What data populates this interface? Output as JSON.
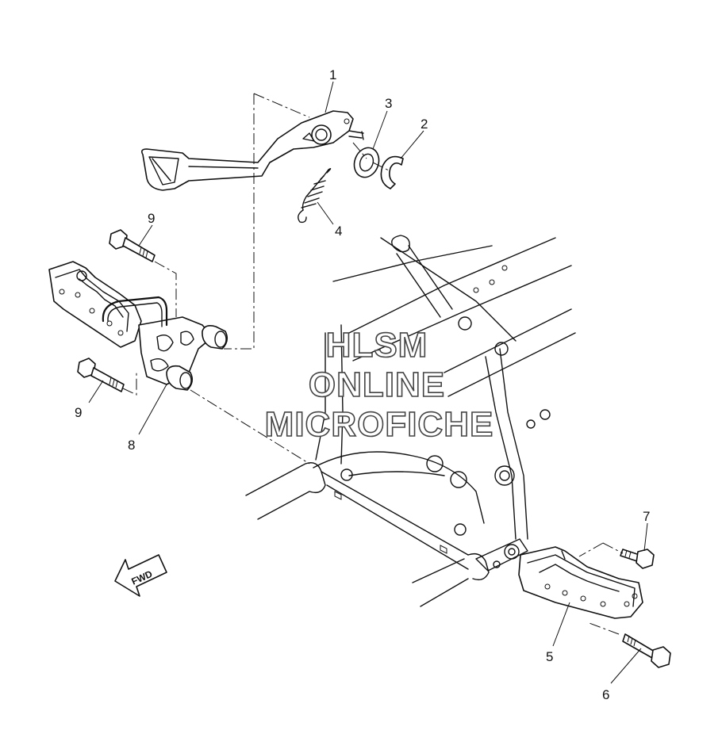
{
  "diagram": {
    "callouts": [
      {
        "id": "1",
        "label": "1"
      },
      {
        "id": "2",
        "label": "2"
      },
      {
        "id": "3",
        "label": "3"
      },
      {
        "id": "4",
        "label": "4"
      },
      {
        "id": "5",
        "label": "5"
      },
      {
        "id": "6",
        "label": "6"
      },
      {
        "id": "7",
        "label": "7"
      },
      {
        "id": "8",
        "label": "8"
      },
      {
        "id": "9a",
        "label": "9"
      },
      {
        "id": "9b",
        "label": "9"
      }
    ],
    "fwd_label": "FWD",
    "watermark": [
      "HLSM",
      "ONLINE",
      "MICROFICHE"
    ]
  },
  "colors": {
    "line": "#111111",
    "background": "#ffffff",
    "watermark_outline": "#444444"
  }
}
